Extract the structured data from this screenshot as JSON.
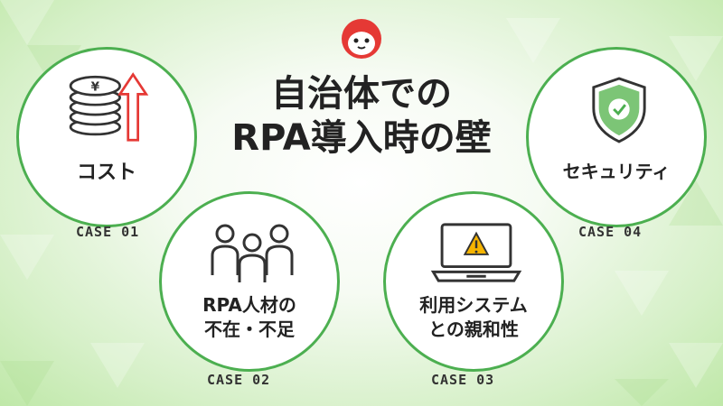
{
  "title": {
    "line1": "自治体での",
    "line2": "RPA導入時の壁"
  },
  "cases": [
    {
      "case_label": "CASE 01",
      "text_lines": [
        "コスト"
      ],
      "icon": "coins-arrow-up-icon"
    },
    {
      "case_label": "CASE 02",
      "text_lines": [
        "RPA人材の",
        "不在・不足"
      ],
      "icon": "people-group-icon"
    },
    {
      "case_label": "CASE 03",
      "text_lines": [
        "利用システム",
        "との親和性"
      ],
      "icon": "laptop-warning-icon"
    },
    {
      "case_label": "CASE 04",
      "text_lines": [
        "セキュリティ"
      ],
      "icon": "shield-check-icon"
    }
  ],
  "colors": {
    "accent": "#4caf50",
    "red": "#e53935",
    "text": "#222222"
  }
}
